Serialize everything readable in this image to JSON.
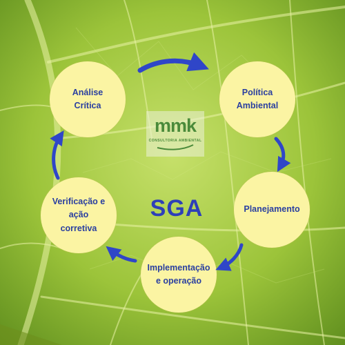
{
  "diagram": {
    "center_label": "SGA",
    "logo": {
      "mark": "mmk",
      "tagline": "CONSULTORIA AMBIENTAL"
    },
    "nodes": [
      {
        "id": "analise",
        "label": "Análise\nCrítica"
      },
      {
        "id": "politica",
        "label": "Política\nAmbiental"
      },
      {
        "id": "planejamento",
        "label": "Planejamento"
      },
      {
        "id": "implementacao",
        "label": "Implementação\ne operação"
      },
      {
        "id": "verificacao",
        "label": "Verificação e\nação\ncorretiva"
      }
    ],
    "edges": [
      {
        "from": "analise",
        "to": "politica"
      },
      {
        "from": "politica",
        "to": "planejamento"
      },
      {
        "from": "planejamento",
        "to": "implementacao"
      },
      {
        "from": "implementacao",
        "to": "verificacao"
      },
      {
        "from": "verificacao",
        "to": "analise"
      }
    ]
  },
  "colors": {
    "node_fill": "#fbf4a3",
    "node_text": "#2a3fa0",
    "arrow": "#2f46c8",
    "center_text": "#2d3fb8",
    "background": "#9cc43a"
  },
  "icons": {
    "background": "leaf-texture",
    "logo": "mmk-logo",
    "arrows": "cycle-arrow-icon"
  }
}
